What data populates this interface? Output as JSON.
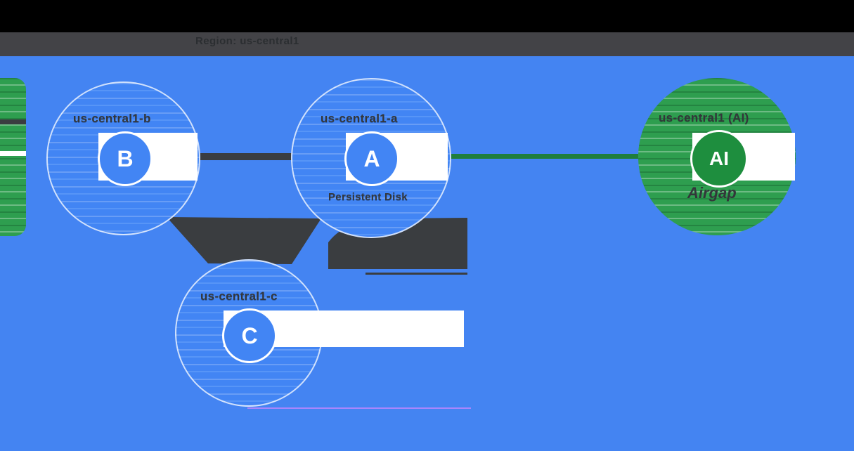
{
  "header": {
    "title": "Region: us-central1"
  },
  "zones": [
    {
      "id": "b",
      "label": "us-central1-b",
      "letter": "B"
    },
    {
      "id": "a",
      "label": "us-central1-a",
      "letter": "A"
    },
    {
      "id": "c",
      "label": "us-central1-c",
      "letter": "C"
    },
    {
      "id": "ai",
      "label": "us-central1 (AI)",
      "letter": "AI",
      "sublabel": "Airgap"
    }
  ],
  "annotations": {
    "disk_label": "Persistent Disk"
  },
  "colors": {
    "background": "#4484F2",
    "zone_blue": "#4285F4",
    "zone_green": "#2E9E4F",
    "disc_green": "#1E8E3E",
    "connector_dark": "#3A3D40",
    "connector_green": "#1F7E3C",
    "header_black": "#000000",
    "header_gray": "#434347",
    "label_text": "#33363A"
  }
}
